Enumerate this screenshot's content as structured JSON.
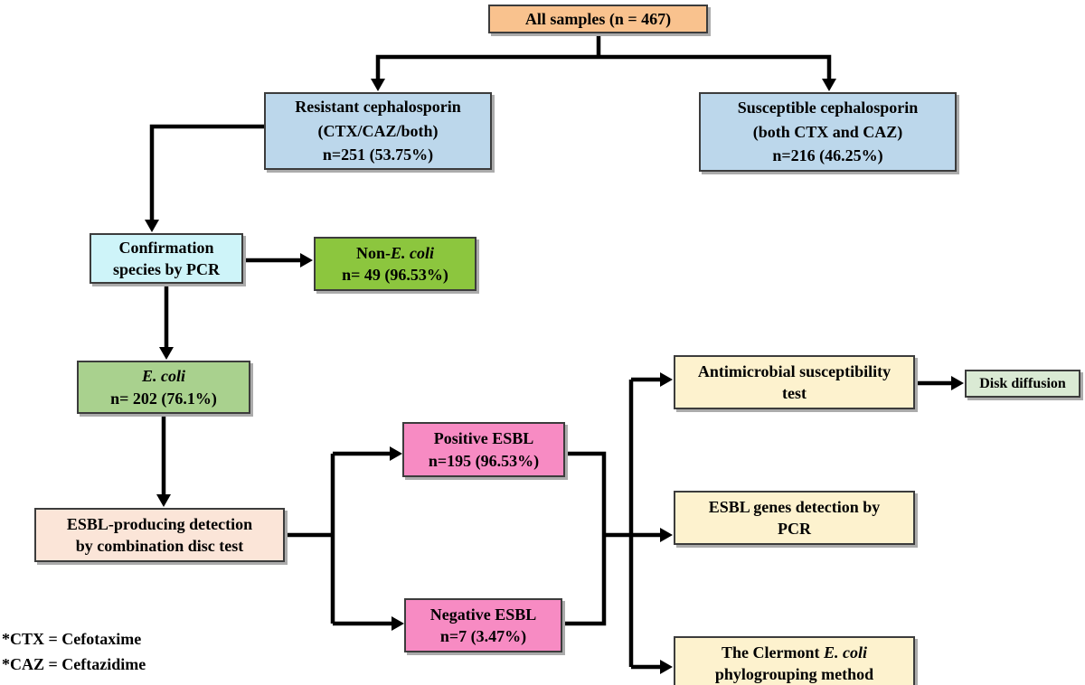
{
  "diagram_type": "study-flowchart",
  "colors": {
    "all_samples_fill": "#F9C28E",
    "cephalosporin_fill": "#BCD7EB",
    "confirmation_fill": "#CEF4F9",
    "non_ecoli_fill": "#8CC63E",
    "ecoli_fill": "#A9D18E",
    "esbl_detection_fill": "#FBE5D8",
    "esbl_result_fill": "#F78BC3",
    "method_fill": "#FDF2CE",
    "disk_diffusion_fill": "#DAEAD4",
    "border": "#3c3c3c",
    "arrow": "#000000"
  },
  "boxes": {
    "all_samples": {
      "label": "All samples (n = 467)"
    },
    "resistant": {
      "line1": "Resistant cephalosporin",
      "line2": "(CTX/CAZ/both)",
      "line3": "n=251 (53.75%)"
    },
    "susceptible": {
      "line1": "Susceptible cephalosporin",
      "line2": "(both CTX and CAZ)",
      "line3": "n=216 (46.25%)"
    },
    "confirmation": {
      "line1": "Confirmation",
      "line2": "species by PCR"
    },
    "non_ecoli": {
      "prefix": "Non-",
      "species": "E. coli",
      "count": "n= 49 (96.53%)"
    },
    "ecoli": {
      "species": "E. coli",
      "count": "n= 202 (76.1%)"
    },
    "esbl_detection": {
      "line1": "ESBL-producing detection",
      "line2": "by combination disc test"
    },
    "positive_esbl": {
      "line1": "Positive ESBL",
      "line2": "n=195 (96.53%)"
    },
    "negative_esbl": {
      "line1": "Negative ESBL",
      "line2": "n=7 (3.47%)"
    },
    "ast": {
      "line1": "Antimicrobial susceptibility",
      "line2": "test"
    },
    "disk_diffusion": {
      "label": "Disk diffusion"
    },
    "esbl_genes": {
      "line1": "ESBL genes detection by",
      "line2": "PCR"
    },
    "clermont": {
      "prefix": "The Clermont ",
      "species": "E. coli",
      "line2": "phylogrouping method"
    }
  },
  "footnotes": {
    "ctx": "*CTX = Cefotaxime",
    "caz": "*CAZ = Ceftazidime"
  }
}
